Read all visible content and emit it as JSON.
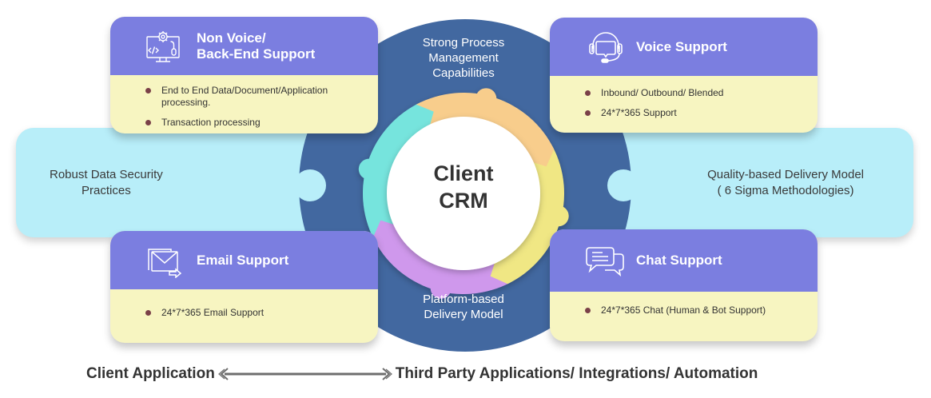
{
  "center": {
    "title": "Client\nCRM",
    "top_label": "Strong Process\nManagement\nCapabilities",
    "bottom_label": "Platform-based\nDelivery Model",
    "ring_segments": [
      {
        "name": "teal",
        "color": "#76e4dd"
      },
      {
        "name": "orange",
        "color": "#f8cd8c"
      },
      {
        "name": "yellow",
        "color": "#f0e784"
      },
      {
        "name": "purple",
        "color": "#cf98ec"
      }
    ],
    "hub_color": "#4268a0"
  },
  "side_pills": {
    "left": "Robust Data Security\nPractices",
    "right": "Quality-based Delivery Model\n( 6 Sigma Methodologies)"
  },
  "cards": {
    "nonvoice": {
      "icon": "computer-settings-icon",
      "title": "Non Voice/\nBack-End Support",
      "items": [
        "End to End Data/Document/Application processing.",
        "Transaction processing"
      ]
    },
    "voice": {
      "icon": "headset-icon",
      "title": "Voice Support",
      "items": [
        "Inbound/ Outbound/ Blended",
        "24*7*365 Support"
      ]
    },
    "email": {
      "icon": "email-forward-icon",
      "title": "Email Support",
      "items": [
        "24*7*365 Email Support"
      ]
    },
    "chat": {
      "icon": "chat-bubbles-icon",
      "title": "Chat Support",
      "items": [
        "24*7*365 Chat (Human & Bot Support)"
      ]
    }
  },
  "bottom": {
    "left_label": "Client Application",
    "right_label": "Third Party Applications/ Integrations/ Automation"
  },
  "colors": {
    "card_header": "#7b7ee0",
    "card_body": "#f7f5c1",
    "side_pill": "#b8eef9",
    "bullet": "#7a4048"
  }
}
